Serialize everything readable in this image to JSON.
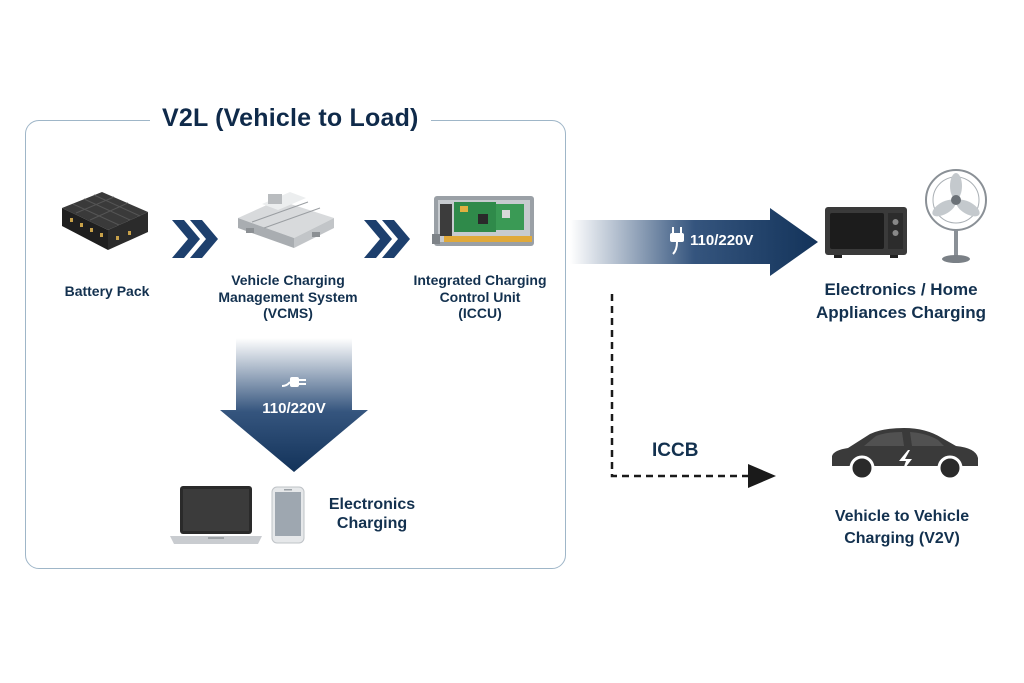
{
  "v2l": {
    "title": "V2L (Vehicle to Load)"
  },
  "components": [
    {
      "id": "battery",
      "label": "Battery Pack",
      "icon": "battery-pack-icon"
    },
    {
      "id": "vcms",
      "label_lines": [
        "Vehicle Charging",
        "Management System",
        "(VCMS)"
      ],
      "icon": "vcms-unit-icon"
    },
    {
      "id": "iccu",
      "label_lines": [
        "Integrated Charging",
        "Control Unit",
        "(ICCU)"
      ],
      "icon": "iccu-board-icon"
    }
  ],
  "flows": {
    "down": {
      "voltage": "110/220V",
      "target_lines": [
        "Electronics",
        "Charging"
      ]
    },
    "right": {
      "voltage": "110/220V",
      "target_lines": [
        "Electronics / Home",
        "Appliances Charging"
      ]
    },
    "dashed": {
      "label": "ICCB",
      "target_lines": [
        "Vehicle to Vehicle",
        "Charging (V2V)"
      ]
    }
  },
  "colors": {
    "navy": "#13335a",
    "box_border": "#9fb6c8",
    "chevron": "#1d3f6d"
  }
}
